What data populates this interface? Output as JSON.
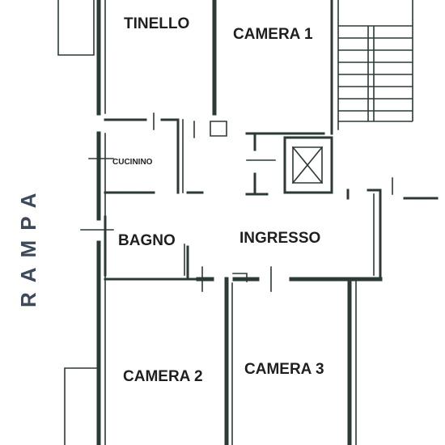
{
  "rooms": {
    "tinello": "TINELLO",
    "camera1": "CAMERA 1",
    "cucinino": "CUCININO",
    "bagno": "BAGNO",
    "ingresso": "INGRESSO",
    "camera2": "CAMERA 2",
    "camera3": "CAMERA 3"
  },
  "rampa": "RAMPA"
}
